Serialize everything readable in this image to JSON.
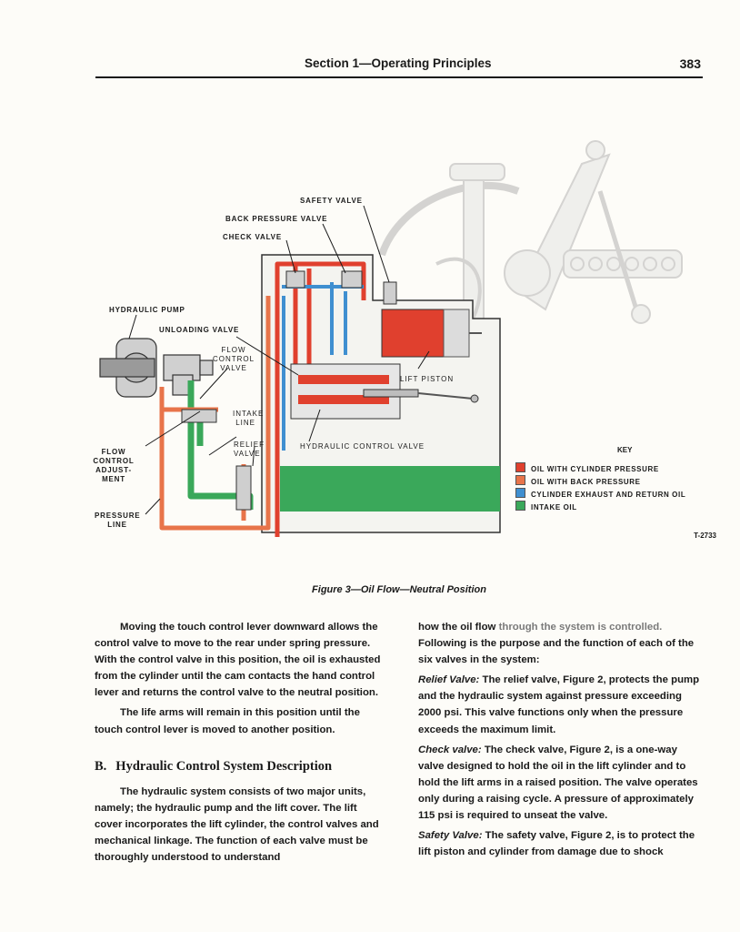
{
  "header": {
    "section": "Section 1—Operating Principles",
    "page_number": "383"
  },
  "figure": {
    "labels": {
      "safety_valve": "SAFETY VALVE",
      "back_pressure_valve": "BACK PRESSURE VALVE",
      "check_valve": "CHECK VALVE",
      "hydraulic_pump": "HYDRAULIC PUMP",
      "unloading_valve": "UNLOADING VALVE",
      "flow_control_valve_1": "FLOW",
      "flow_control_valve_2": "CONTROL",
      "flow_control_valve_3": "VALVE",
      "lift_piston": "LIFT PISTON",
      "intake_line_1": "INTAKE",
      "intake_line_2": "LINE",
      "relief_valve_1": "RELIEF",
      "relief_valve_2": "VALVE",
      "hydraulic_control_valve": "HYDRAULIC CONTROL VALVE",
      "flow_control_adjustment_1": "FLOW",
      "flow_control_adjustment_2": "CONTROL",
      "flow_control_adjustment_3": "ADJUST-",
      "flow_control_adjustment_4": "MENT",
      "pressure_line_1": "PRESSURE",
      "pressure_line_2": "LINE"
    },
    "key": {
      "title": "KEY",
      "items": [
        {
          "label": "OIL WITH CYLINDER PRESSURE",
          "color": "#e0402e"
        },
        {
          "label": "OIL WITH BACK PRESSURE",
          "color": "#e8744a"
        },
        {
          "label": "CYLINDER EXHAUST AND RETURN OIL",
          "color": "#3f8fd0"
        },
        {
          "label": "INTAKE OIL",
          "color": "#3aa85a"
        }
      ]
    },
    "figure_number": "T-2733",
    "caption": "Figure 3—Oil Flow—Neutral Position"
  },
  "body": {
    "left": {
      "p1": "Moving the touch control lever downward allows the control valve to move to the rear under spring pressure. With the control valve in this position, the oil is exhausted from the cylinder until the cam contacts the hand control lever and returns the control valve to the neutral position.",
      "p2": "The life arms will remain in this position until the touch control lever is moved to another position.",
      "heading_letter": "B.",
      "heading_text": "Hydraulic Control System Description",
      "p3": "The hydraulic system consists of two major units, namely; the hydraulic pump and the lift cover. The lift cover incorporates the lift cylinder, the control valves and mechanical linkage. The function of each valve must be thoroughly understood to understand"
    },
    "right": {
      "p1_start": "how the oil flow",
      "p1_faded": "through the system is controlled.",
      "p1_rest": "Following is the purpose and the function of each of the six valves in the system:",
      "relief_title": "Relief Valve:",
      "relief_text": "The relief valve, Figure 2, protects the pump and the hydraulic system against pressure exceeding 2000 psi. This valve functions only when the pressure exceeds the maximum limit.",
      "check_title": "Check valve:",
      "check_text": "The check valve, Figure 2, is a one-way valve designed to hold the oil in the lift cylinder and to hold the lift arms in a raised position. The valve operates only during a raising cycle. A pressure of approximately 115 psi is required to unseat the valve.",
      "safety_title": "Safety Valve:",
      "safety_text": "The safety valve, Figure 2, is to protect the lift piston and cylinder from damage due to shock"
    }
  }
}
